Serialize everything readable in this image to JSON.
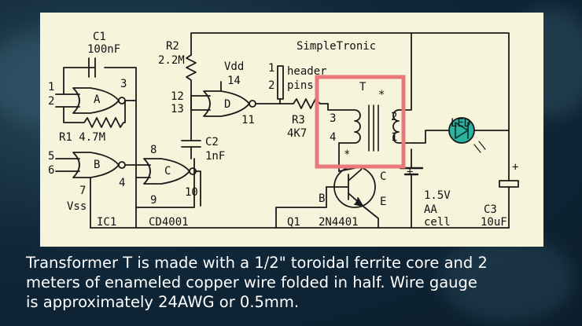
{
  "colors": {
    "panel": "#f7f4dc",
    "line": "#1a1a1a",
    "highlight": "#e8787c",
    "led": "#2ab3a0",
    "background": "#10283a",
    "caption_text": "#ffffff"
  },
  "brand": "SimpleTronic",
  "labels": {
    "c1": "C1",
    "c1_val": "100nF",
    "r2": "R2",
    "r2_val": "2.2M",
    "vdd": "Vdd",
    "vdd_pin": "14",
    "hdr_pin1": "1",
    "hdr_pin2": "2",
    "header_line1": "header",
    "header_line2": "pins",
    "gate_a": "A",
    "gate_b": "B",
    "gate_c": "C",
    "gate_d": "D",
    "pin_1": "1",
    "pin_2": "2",
    "pin_3": "3",
    "pin_4": "4",
    "pin_5": "5",
    "pin_6": "6",
    "pin_7": "7",
    "pin_8": "8",
    "pin_9": "9",
    "pin_10": "10",
    "pin_11": "11",
    "pin_12": "12",
    "pin_13": "13",
    "r1": "R1 4.7M",
    "vss": "Vss",
    "c2": "C2",
    "c2_val": "1nF",
    "r3": "R3",
    "r3_val": "4K7",
    "t": "T",
    "t_pin1": "1",
    "t_pin2": "2",
    "t_pin3": "3",
    "t_pin4": "4",
    "star_top": "*",
    "star_bottom": "*",
    "led": "LED",
    "q_b": "B",
    "q_c": "C",
    "q_e": "E",
    "batt_plus": "+",
    "batt_val": "1.5V",
    "batt_type": "AA",
    "batt_cell": "cell",
    "cap_plus": "+",
    "c3": "C3",
    "c3_val": "10uF",
    "ic1": "IC1",
    "ic1_part": "CD4001",
    "q1": "Q1",
    "q1_part": "2N4401"
  },
  "caption": {
    "line1": "Transformer T is made with a 1/2\" toroidal ferrite core and 2",
    "line2": "meters of enameled copper wire folded in half.  Wire gauge",
    "line3": "is approximately 24AWG or 0.5mm."
  }
}
